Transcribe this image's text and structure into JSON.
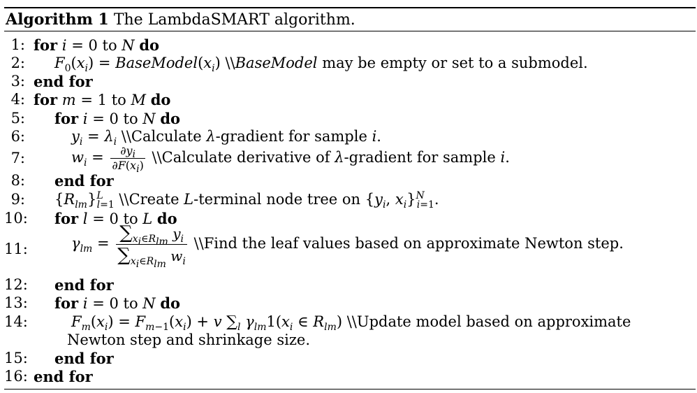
{
  "caption": {
    "label": "Algorithm 1",
    "title": "The LambdaSMART algorithm."
  },
  "lines": [
    {
      "num": "1:",
      "kw1": "for",
      "text": "i = 0",
      "to": "to",
      "var": "N",
      "kw2": "do"
    },
    {
      "num": "2:",
      "math": "F0(xi) = BaseModel(xi)",
      "comment": "\\\\BaseModel may be empty or set to a submodel."
    },
    {
      "num": "3:",
      "kw1": "end for"
    },
    {
      "num": "4:",
      "kw1": "for",
      "text": "m = 1",
      "to": "to",
      "var": "M",
      "kw2": "do"
    },
    {
      "num": "5:",
      "kw1": "for",
      "text": "i = 0",
      "to": "to",
      "var": "N",
      "kw2": "do"
    },
    {
      "num": "6:",
      "math": "yi = λi",
      "comment": "\\\\Calculate λ-gradient for sample i."
    },
    {
      "num": "7:",
      "math": "wi = ∂yi / ∂F(xi)",
      "comment": "\\\\Calculate derivative of λ-gradient for sample i."
    },
    {
      "num": "8:",
      "kw1": "end for"
    },
    {
      "num": "9:",
      "math": "{Rlm} l=1..L",
      "comment": "\\\\Create L-terminal node tree on {yi, xi} i=1..N."
    },
    {
      "num": "10:",
      "kw1": "for",
      "text": "l = 0",
      "to": "to",
      "var": "L",
      "kw2": "do"
    },
    {
      "num": "11:",
      "math": "γlm = Σ yi / Σ wi",
      "comment": "\\\\Find the leaf values based on approximate Newton step."
    },
    {
      "num": "12:",
      "kw1": "end for"
    },
    {
      "num": "13:",
      "kw1": "for",
      "text": "i = 0",
      "to": "to",
      "var": "N",
      "kw2": "do"
    },
    {
      "num": "14:",
      "math": "Fm(xi) = Fm−1(xi) + v Σl γlm 1(xi ∈ Rlm)",
      "comment": "\\\\Update model based on approximate",
      "continuation": "Newton step and shrinkage size."
    },
    {
      "num": "15:",
      "kw1": "end for"
    },
    {
      "num": "16:",
      "kw1": "end for"
    }
  ]
}
